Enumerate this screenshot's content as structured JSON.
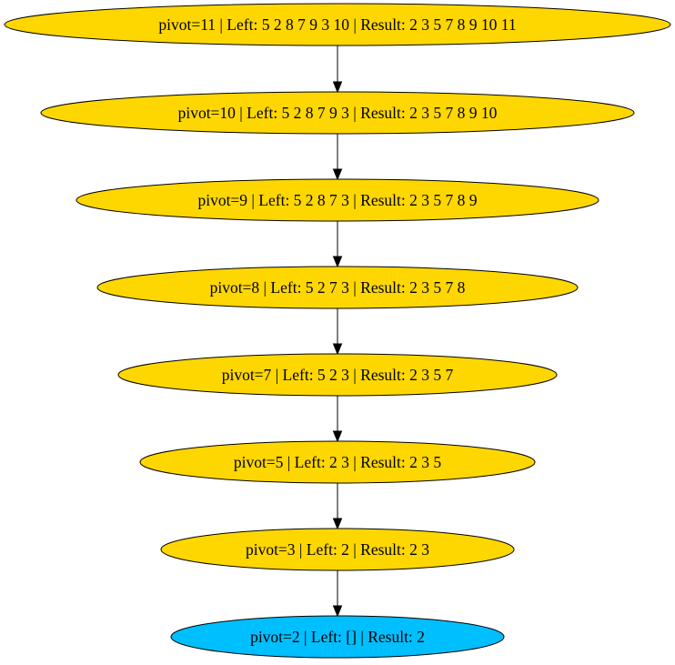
{
  "diagram": {
    "nodes": [
      {
        "id": "n11",
        "label": "pivot=11 | Left: 5 2 8 7 9 3 10 | Result: 2 3 5 7 8 9 10 11",
        "color": "#ffd700"
      },
      {
        "id": "n10",
        "label": "pivot=10 | Left: 5 2 8 7 9 3 | Result: 2 3 5 7 8 9 10",
        "color": "#ffd700"
      },
      {
        "id": "n9",
        "label": "pivot=9 | Left: 5 2 8 7 3 | Result: 2 3 5 7 8 9",
        "color": "#ffd700"
      },
      {
        "id": "n8",
        "label": "pivot=8 | Left: 5 2 7 3 | Result: 2 3 5 7 8",
        "color": "#ffd700"
      },
      {
        "id": "n7",
        "label": "pivot=7 | Left: 5 2 3 | Result: 2 3 5 7",
        "color": "#ffd700"
      },
      {
        "id": "n5",
        "label": "pivot=5 | Left: 2 3 | Result: 2 3 5",
        "color": "#ffd700"
      },
      {
        "id": "n3",
        "label": "pivot=3 | Left: 2 | Result: 2 3",
        "color": "#ffd700"
      },
      {
        "id": "n2",
        "label": "pivot=2 | Left: [] | Result: 2",
        "color": "#00bfff"
      }
    ],
    "edges": [
      {
        "from": "n11",
        "to": "n10"
      },
      {
        "from": "n10",
        "to": "n9"
      },
      {
        "from": "n9",
        "to": "n8"
      },
      {
        "from": "n8",
        "to": "n7"
      },
      {
        "from": "n7",
        "to": "n5"
      },
      {
        "from": "n5",
        "to": "n3"
      },
      {
        "from": "n3",
        "to": "n2"
      }
    ]
  }
}
